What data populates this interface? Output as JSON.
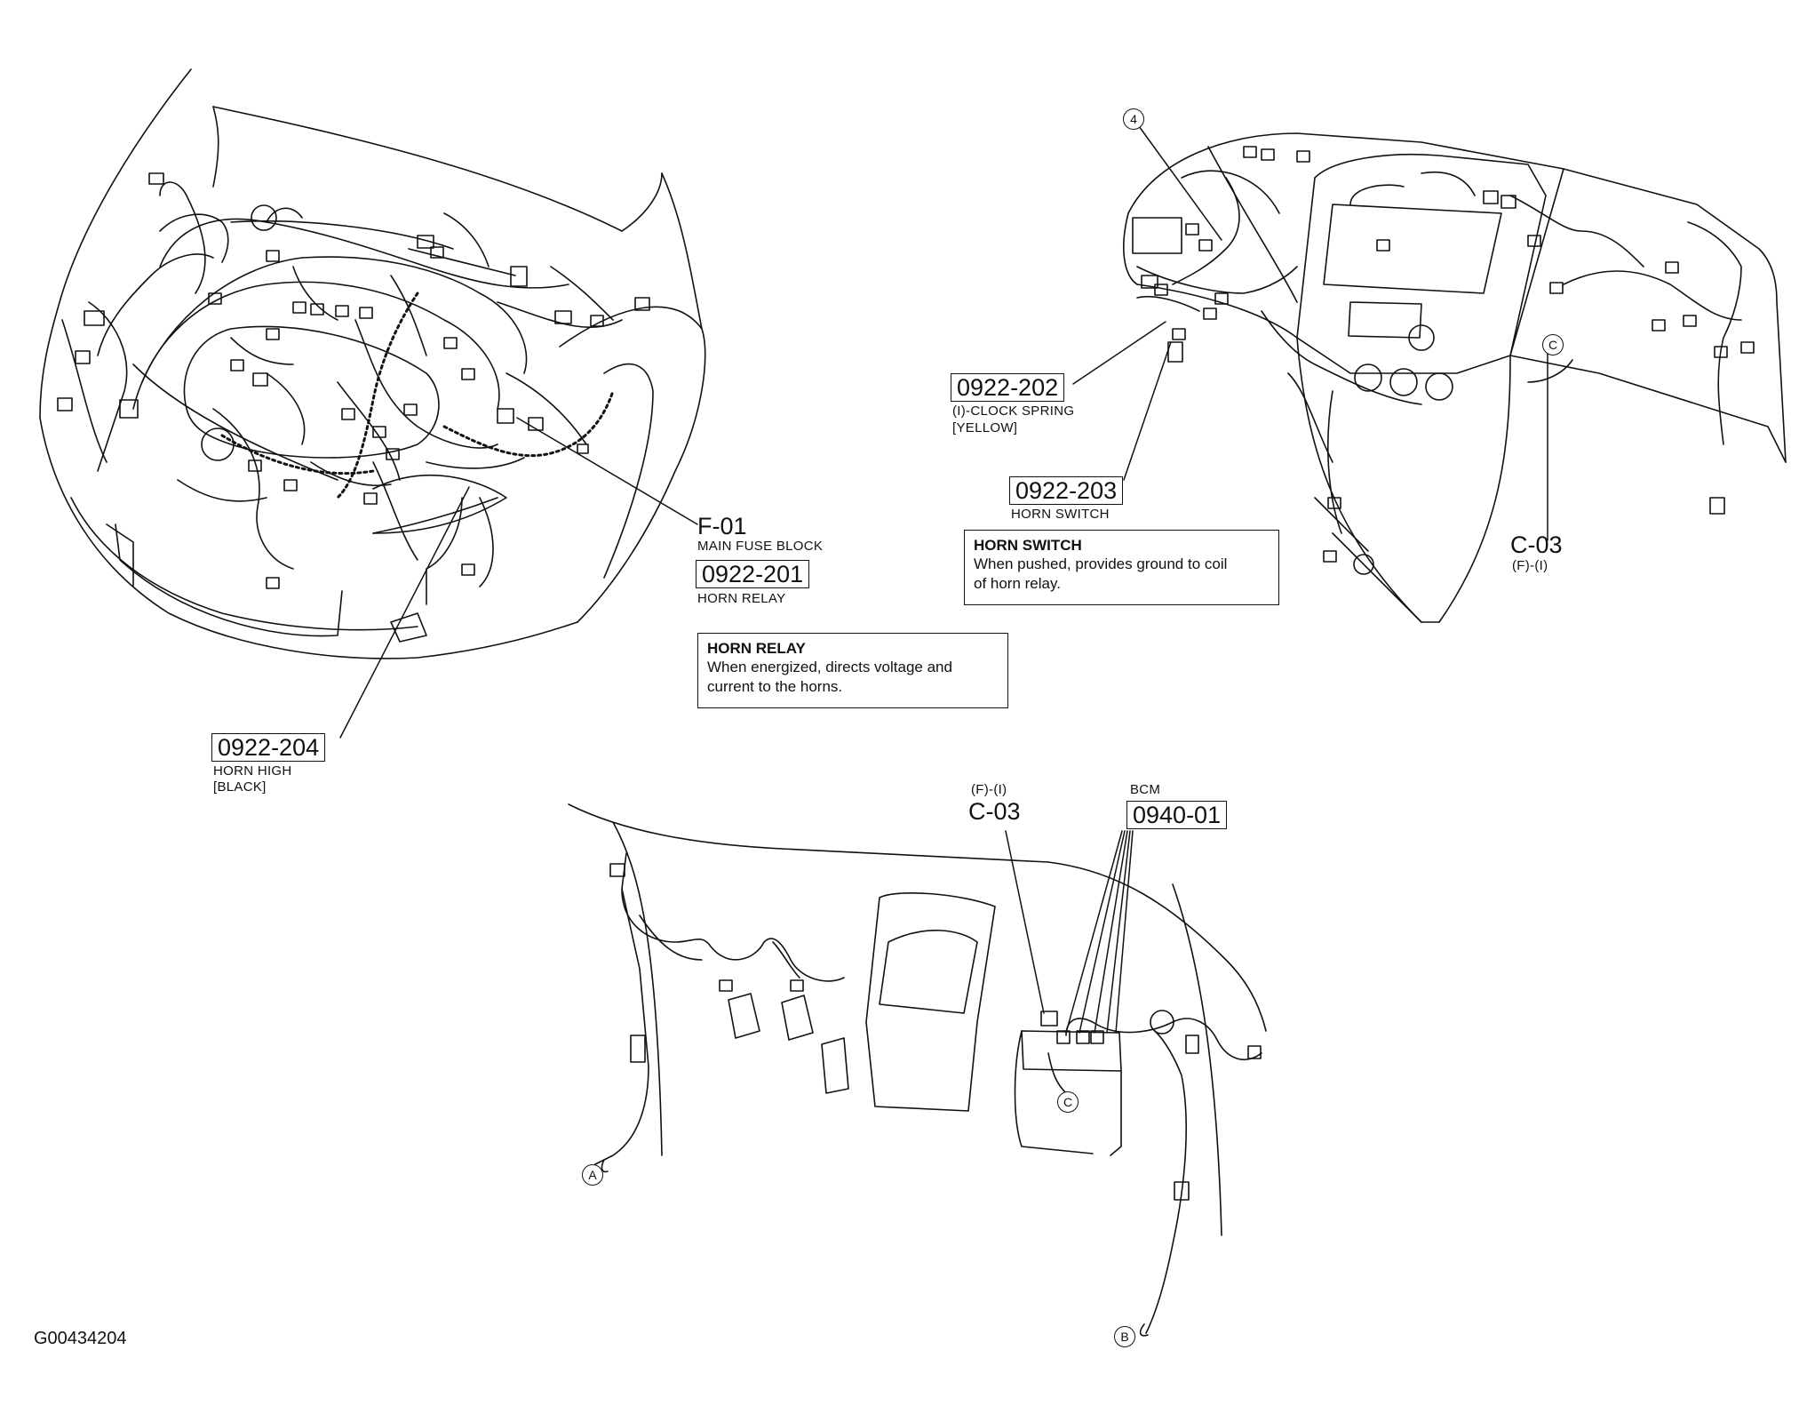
{
  "figure_id": "G00434204",
  "callouts": {
    "f01": {
      "code": "F-01",
      "desc": "MAIN FUSE BLOCK"
    },
    "c201": {
      "code": "0922-201",
      "desc": "HORN RELAY"
    },
    "c204": {
      "code": "0922-204",
      "desc": "HORN HIGH",
      "color": "[BLACK]"
    },
    "c202": {
      "code": "0922-202",
      "desc": "(I)-CLOCK SPRING",
      "color": "[YELLOW]"
    },
    "c203": {
      "code": "0922-203",
      "desc": "HORN SWITCH"
    },
    "c03_top": {
      "code": "C-03",
      "desc": "(F)-(I)"
    },
    "c03_bottom": {
      "code": "C-03",
      "desc": "(F)-(I)"
    },
    "bcm": {
      "code": "0940-01",
      "desc": "BCM"
    }
  },
  "notes": {
    "horn_relay": {
      "title": "HORN RELAY",
      "lines": [
        "When energized, directs voltage and",
        "current to the horns."
      ]
    },
    "horn_switch": {
      "title": "HORN SWITCH",
      "lines": [
        "When pushed, provides ground to coil",
        "of horn relay."
      ]
    }
  },
  "markers": {
    "four": "4",
    "a": "A",
    "b": "B",
    "c_dash": "C",
    "c_bcm": "C"
  }
}
